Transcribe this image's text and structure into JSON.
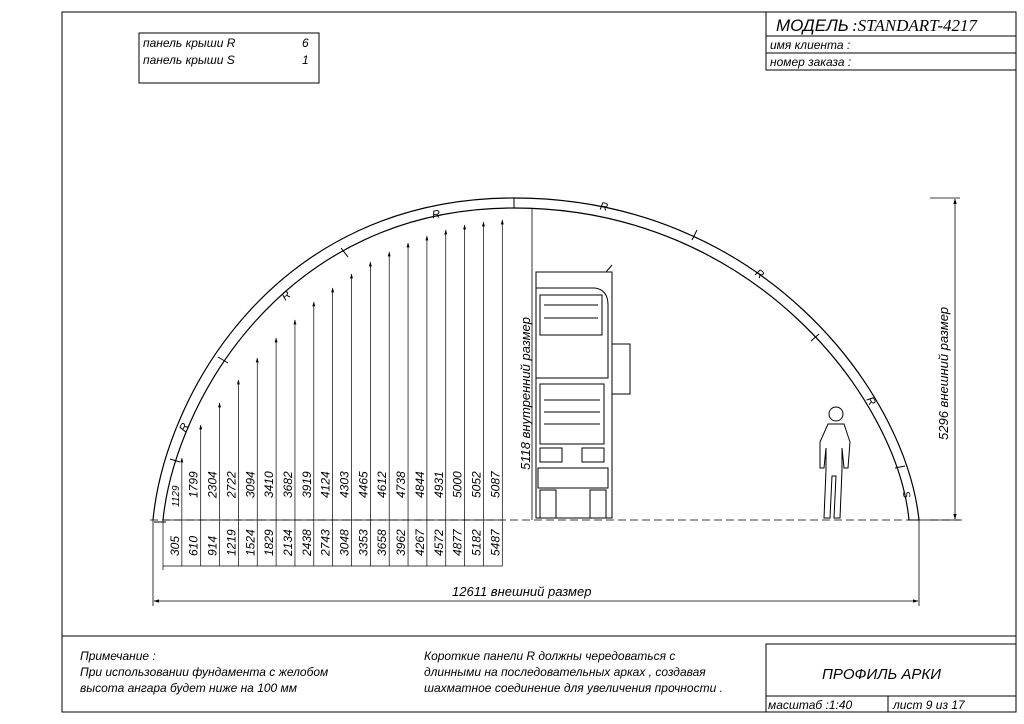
{
  "title_block": {
    "model_label": "МОДЕЛЬ",
    "model_value": ":STANDART-4217",
    "client_label": "имя клиента :",
    "order_label": "номер заказа :"
  },
  "panels": [
    {
      "label": "панель крыши R",
      "count": "6"
    },
    {
      "label": "панель крыши S",
      "count": "1"
    }
  ],
  "arch": {
    "panel_marks": [
      "R",
      "R",
      "R",
      "R",
      "R",
      "R",
      "S"
    ],
    "outer_height_label": "5296 внешний размер",
    "inner_height_label": "5118 внутренний размер",
    "outer_width_label": "12611 внешний размер"
  },
  "chart_data": {
    "type": "table",
    "columns": [
      "horizontal_offset_mm",
      "height_mm"
    ],
    "offsets": [
      305,
      610,
      914,
      1219,
      1524,
      1829,
      2134,
      2438,
      2743,
      3048,
      3353,
      3658,
      3962,
      4267,
      4572,
      4877,
      5182,
      5487
    ],
    "heights": [
      "1129",
      "1799",
      "2304",
      "2722",
      "3094",
      "3410",
      "3682",
      "3919",
      "4124",
      "4303",
      "4465",
      "4612",
      "4738",
      "4844",
      "4931",
      "5000",
      "5052",
      "5087"
    ]
  },
  "notes": {
    "left_title": "Примечание :",
    "left_line1": "При использовании фундамента с желобом",
    "left_line2": "высота ангара будет ниже на  100  мм",
    "mid_line1": "Короткие панели  R  должны чередоваться с",
    "mid_line2": "длинными на последовательных арках , создавая",
    "mid_line3": "шахматное соединение для увеличения прочности ."
  },
  "footer": {
    "profile_title": "ПРОФИЛЬ АРКИ",
    "scale": "масштаб :1:40",
    "sheet": "лист  9  из  17"
  }
}
